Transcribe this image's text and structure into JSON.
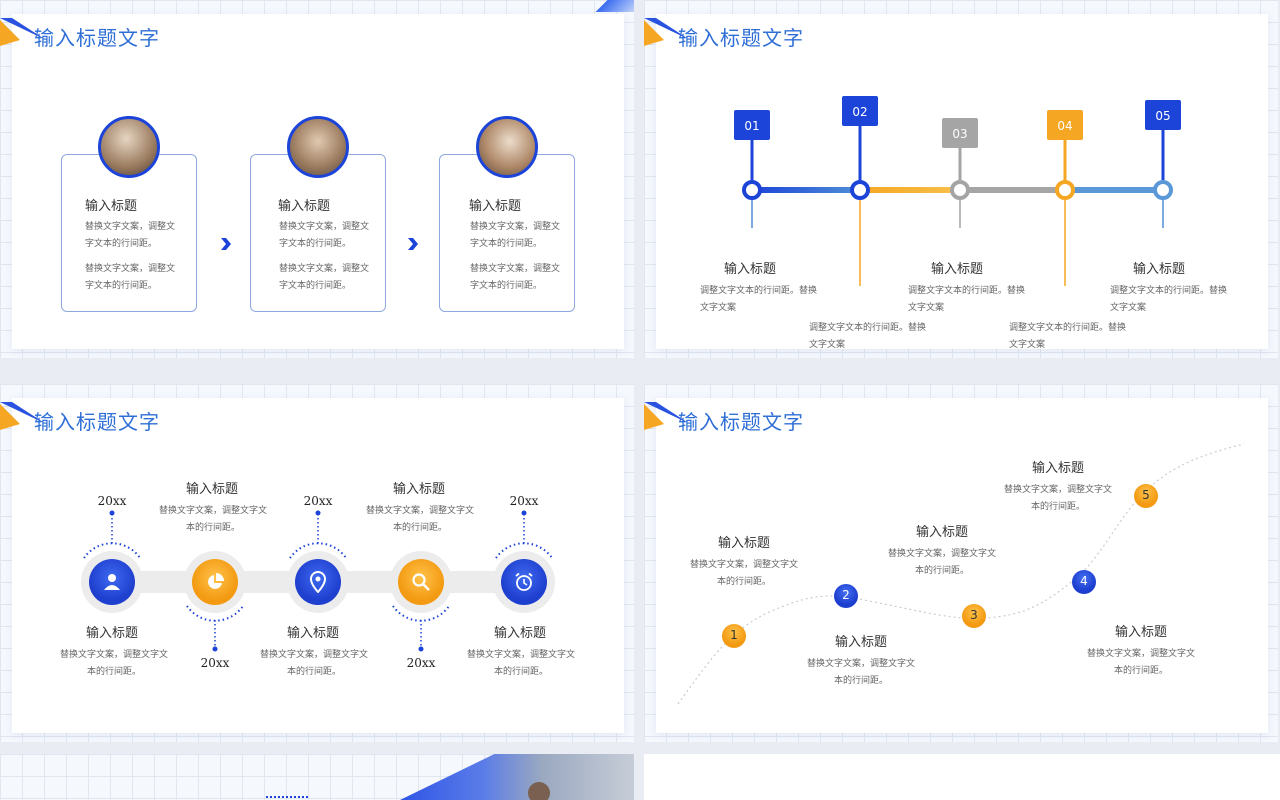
{
  "slides": {
    "s1": {
      "title": "输入标题文字",
      "cards": [
        {
          "heading": "输入标题",
          "body1": "替换文字文案，调整文字文本的行间距。",
          "body2": "替换文字文案，调整文字文本的行间距。"
        },
        {
          "heading": "输入标题",
          "body1": "替换文字文案，调整文字文本的行间距。",
          "body2": "替换文字文案，调整文字文本的行间距。"
        },
        {
          "heading": "输入标题",
          "body1": "替换文字文案，调整文字文本的行间距。",
          "body2": "替换文字文案，调整文字文本的行间距。"
        }
      ]
    },
    "s2": {
      "title": "输入标题文字",
      "steps": [
        "01",
        "02",
        "03",
        "04",
        "05"
      ],
      "items": [
        {
          "heading": "输入标题",
          "body": "调整文字文本的行间距。替换文字文案"
        },
        {
          "body": "调整文字文本的行间距。替换文字文案"
        },
        {
          "heading": "输入标题",
          "body": "调整文字文本的行间距。替换文字文案"
        },
        {
          "body": "调整文字文本的行间距。替换文字文案"
        },
        {
          "heading": "输入标题",
          "body": "调整文字文本的行间距。替换文字文案"
        }
      ]
    },
    "s3": {
      "title": "输入标题文字",
      "years": [
        "20xx",
        "20xx",
        "20xx",
        "20xx",
        "20xx"
      ],
      "items": [
        {
          "heading": "输入标题",
          "body": "替换文字文案，调整文字文本的行间距。"
        },
        {
          "heading": "输入标题",
          "body": "替换文字文案，调整文字文本的行间距。"
        },
        {
          "heading": "输入标题",
          "body": "替换文字文案，调整文字文本的行间距。"
        },
        {
          "heading": "输入标题",
          "body": "替换文字文案，调整文字文本的行间距。"
        },
        {
          "heading": "输入标题",
          "body": "替换文字文案，调整文字文本的行间距。"
        }
      ],
      "icons": [
        "user-icon",
        "pie-chart-icon",
        "location-pin-icon",
        "search-icon",
        "alarm-clock-icon"
      ]
    },
    "s4": {
      "title": "输入标题文字",
      "numbers": [
        "1",
        "2",
        "3",
        "4",
        "5"
      ],
      "items": [
        {
          "heading": "输入标题",
          "body": "替换文字文案，调整文字文本的行间距。"
        },
        {
          "heading": "输入标题",
          "body": "替换文字文案，调整文字文本的行间距。"
        },
        {
          "heading": "输入标题",
          "body": "替换文字文案，调整文字文本的行间距。"
        },
        {
          "heading": "输入标题",
          "body": "替换文字文案，调整文字文本的行间距。"
        },
        {
          "heading": "输入标题",
          "body": "替换文字文案，调整文字文本的行间距。"
        }
      ]
    }
  },
  "colors": {
    "blue": "#1d44d8",
    "lightBlue": "#4f8fd6",
    "orange": "#f5a623",
    "gray": "#a5a5a5",
    "titleBlue": "#2f6fd6"
  }
}
